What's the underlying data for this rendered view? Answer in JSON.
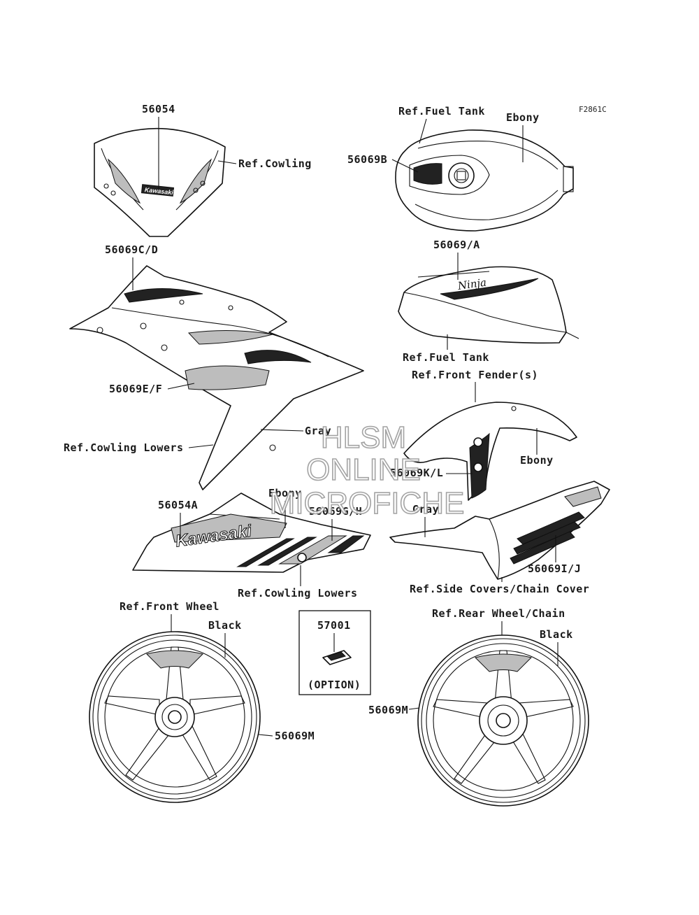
{
  "diagram": {
    "figure_code": "F2861C",
    "watermark": {
      "line1": "HLSM",
      "line2": "ONLINE",
      "line3": "MICROFICHE"
    },
    "labels": {
      "p56054": "56054",
      "ref_cowling": "Ref.Cowling",
      "ref_fuel_tank_top": "Ref.Fuel Tank",
      "ebony_tank": "Ebony",
      "p56069b": "56069B",
      "p56069cd": "56069C/D",
      "p56069a": "56069/A",
      "ref_fuel_tank_bottom": "Ref.Fuel Tank",
      "ref_front_fender": "Ref.Front Fender(s)",
      "p56069ef": "56069E/F",
      "gray_cowl": "Gray",
      "ref_cowling_lowers_left": "Ref.Cowling Lowers",
      "ebony_fender": "Ebony",
      "p56069kl": "56069K/L",
      "ebony_lower": "Ebony",
      "p56054a": "56054A",
      "p56069gh": "56069G/H",
      "gray_side": "Gray",
      "p56069ij": "56069I/J",
      "ref_cowling_lowers_bottom": "Ref.Cowling Lowers",
      "ref_side_covers": "Ref.Side Covers/Chain Cover",
      "ref_front_wheel": "Ref.Front Wheel",
      "black_front": "Black",
      "p57001": "57001",
      "option": "(OPTION)",
      "ref_rear_wheel": "Ref.Rear Wheel/Chain",
      "black_rear": "Black",
      "p56069m_rear": "56069M",
      "p56069m_front": "56069M"
    },
    "decal_text": {
      "windscreen": "Kawasaki",
      "tank": "Ninja",
      "lower": "Kawasaki"
    }
  }
}
